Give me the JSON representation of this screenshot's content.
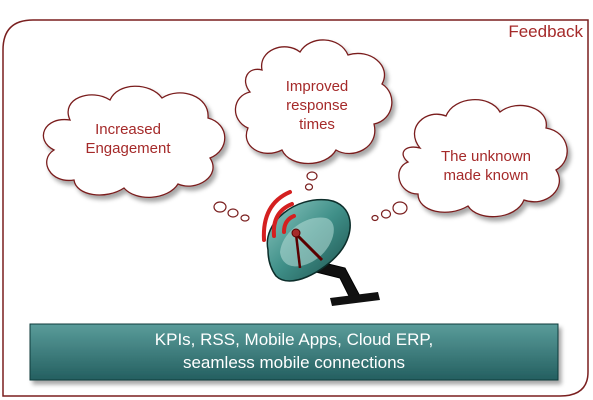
{
  "panel": {
    "title": "Feedback"
  },
  "clouds": [
    {
      "line1": "Increased",
      "line2": "Engagement"
    },
    {
      "line1": "Improved",
      "line2": "response",
      "line3": "times"
    },
    {
      "line1": "The unknown",
      "line2": "made known"
    }
  ],
  "banner": {
    "line1": "KPIs, RSS, Mobile Apps, Cloud ERP,",
    "line2": "seamless mobile connections"
  },
  "colors": {
    "accent": "#a52a2a",
    "dish_teal": "#3f8f88",
    "banner_top": "#4a8f8f",
    "banner_bottom": "#1f5f5f"
  }
}
